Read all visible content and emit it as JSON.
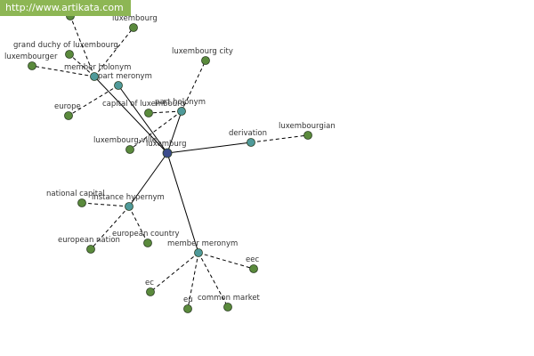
{
  "watermark": {
    "text": "http://www.artikata.com",
    "text_color": "#ffffff",
    "background_color": "#8db654"
  },
  "colors": {
    "root_node": "#3b4b8c",
    "relation_node": "#4f9a9a",
    "leaf_node": "#5a8a3c",
    "node_outline": "#2a3d22",
    "edge": "#000000"
  },
  "diagram": {
    "root": {
      "id": "luxemburg",
      "label": "luxemburg"
    },
    "relations": [
      {
        "id": "member_holonym",
        "label": "member holonym",
        "parent": "luxemburg"
      },
      {
        "id": "part_meronym",
        "label": "part meronym",
        "parent": "luxemburg"
      },
      {
        "id": "part_holonym",
        "label": "part holonym",
        "parent": "luxemburg"
      },
      {
        "id": "derivation",
        "label": "derivation",
        "parent": "luxemburg"
      },
      {
        "id": "instance_hypernym",
        "label": "instance hypernym",
        "parent": "luxemburg"
      },
      {
        "id": "member_meronym",
        "label": "member meronym",
        "parent": "luxemburg"
      }
    ],
    "leaves": [
      {
        "id": "luxembourg",
        "label": "luxembourg",
        "parent": "member_holonym"
      },
      {
        "id": "grand_duchy",
        "label": "grand duchy of luxembourg",
        "parent": "member_holonym"
      },
      {
        "id": "luxembourger",
        "label": "luxembourger",
        "parent": "member_holonym"
      },
      {
        "id": "top_leaf",
        "label": "",
        "parent": "member_holonym"
      },
      {
        "id": "europe",
        "label": "europe",
        "parent": "part_meronym"
      },
      {
        "id": "luxembourg_city",
        "label": "luxembourg city",
        "parent": "part_holonym"
      },
      {
        "id": "capital",
        "label": "capital of luxembourg",
        "parent": "part_holonym"
      },
      {
        "id": "luxembourg_ville",
        "label": "luxembourg-ville",
        "parent": "part_holonym"
      },
      {
        "id": "luxembourgian",
        "label": "luxembourgian",
        "parent": "derivation"
      },
      {
        "id": "national_capital",
        "label": "national capital",
        "parent": "instance_hypernym"
      },
      {
        "id": "european_nation",
        "label": "european nation",
        "parent": "instance_hypernym"
      },
      {
        "id": "european_country",
        "label": "european country",
        "parent": "instance_hypernym"
      },
      {
        "id": "eec",
        "label": "eec",
        "parent": "member_meronym"
      },
      {
        "id": "ec",
        "label": "ec",
        "parent": "member_meronym"
      },
      {
        "id": "eu",
        "label": "eu",
        "parent": "member_meronym"
      },
      {
        "id": "common_market",
        "label": "common market",
        "parent": "member_meronym"
      }
    ]
  }
}
